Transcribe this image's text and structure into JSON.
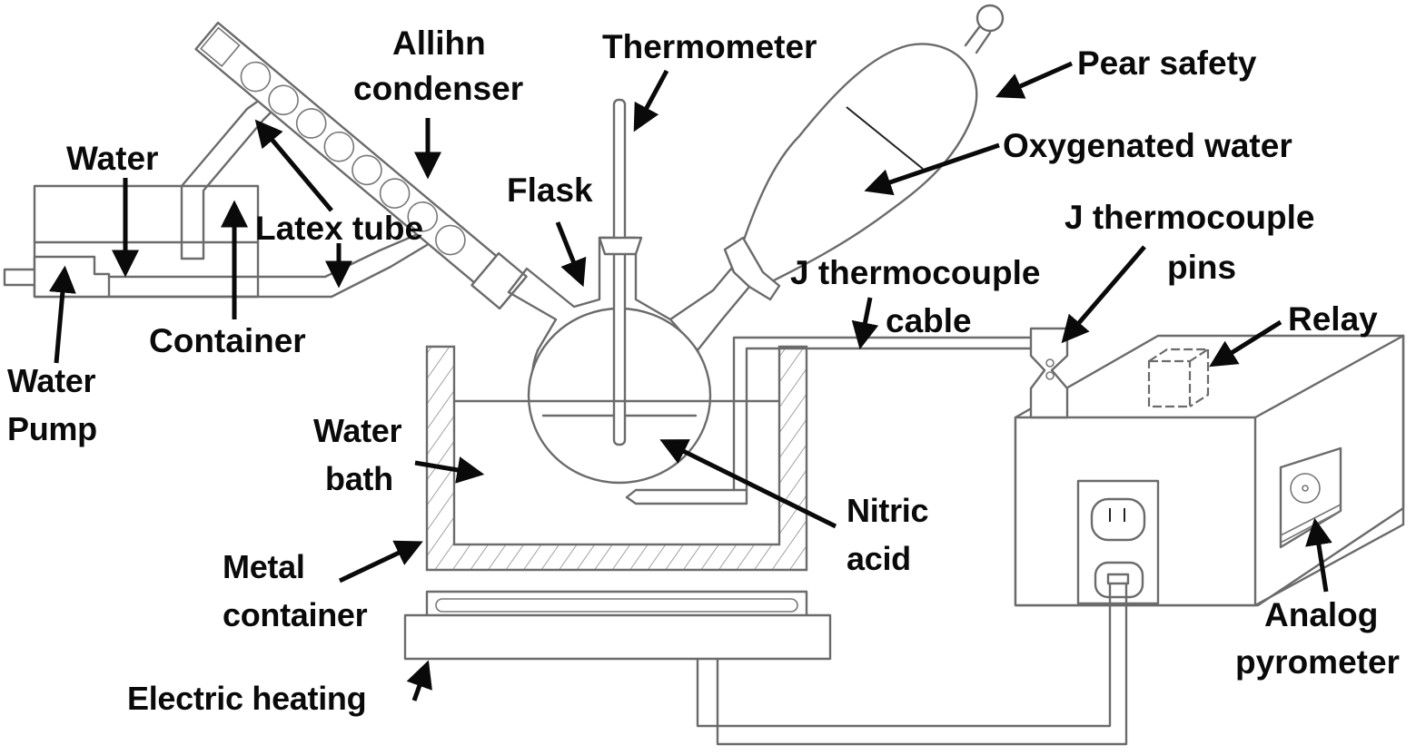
{
  "figure": {
    "title": "Experimental setup: nitric acid reaction flask in water bath with reflux condenser and temperature control",
    "colors": {
      "background": "#ffffff",
      "line": "#6b6b6b",
      "label": "#0a0a0a"
    }
  },
  "labels": {
    "allihn": [
      "Allihn",
      "condenser"
    ],
    "thermometer": "Thermometer",
    "pear_safety": "Pear safety",
    "oxygenated_water": "Oxygenated water",
    "water": "Water",
    "latex_tube": "Latex tube",
    "flask": "Flask",
    "container": "Container",
    "water_pump": [
      "Water",
      "Pump"
    ],
    "j_thermocouple_pins": [
      "J thermocouple",
      "pins"
    ],
    "j_thermocouple_cable": [
      "J thermocouple",
      "cable"
    ],
    "relay": "Relay",
    "water_bath": [
      "Water",
      "bath"
    ],
    "nitric_acid": [
      "Nitric",
      "acid"
    ],
    "metal_container": [
      "Metal",
      "container"
    ],
    "electric_heating": "Electric heating",
    "analog_pyrometer": [
      "Analog",
      "pyrometer"
    ]
  },
  "components": [
    "Allihn condenser",
    "Thermometer",
    "Pear safety flask",
    "Oxygenated water",
    "Water container",
    "Water pump",
    "Latex tube",
    "Three-neck flask",
    "J thermocouple cable",
    "J thermocouple pins",
    "Relay",
    "Control box",
    "Power outlet",
    "Analog pyrometer",
    "Water bath",
    "Nitric acid",
    "Metal container",
    "Electric heating plate"
  ]
}
